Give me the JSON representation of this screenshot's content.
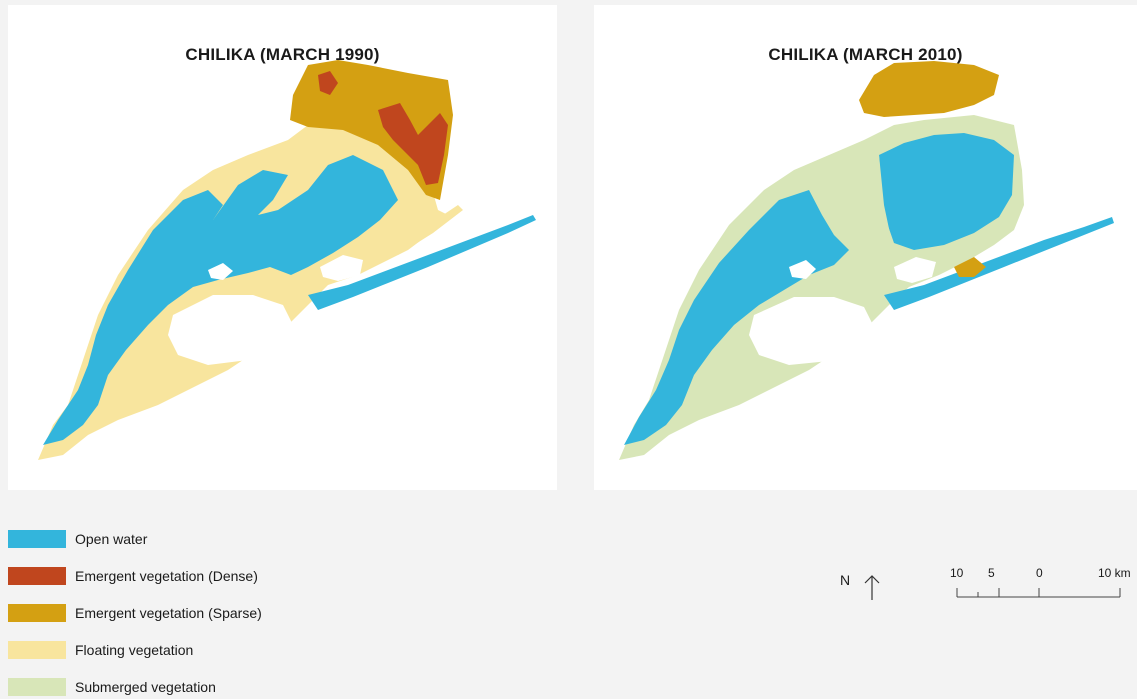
{
  "maps": [
    {
      "title": "CHILIKA (MARCH 1990)"
    },
    {
      "title": "CHILIKA (MARCH 2010)"
    }
  ],
  "colors": {
    "open_water": "#33b5dc",
    "emergent_dense": "#c0461e",
    "emergent_sparse": "#d4a012",
    "floating": "#f8e59e",
    "submerged": "#d8e6b8",
    "panel_bg": "#ffffff",
    "page_bg": "#f3f3f3"
  },
  "legend": [
    {
      "label": "Open water",
      "color": "#33b5dc"
    },
    {
      "label": "Emergent vegetation (Dense)",
      "color": "#c0461e"
    },
    {
      "label": "Emergent vegetation (Sparse)",
      "color": "#d4a012"
    },
    {
      "label": "Floating vegetation",
      "color": "#f8e59e"
    },
    {
      "label": "Submerged vegetation",
      "color": "#d8e6b8"
    }
  ],
  "north": {
    "label": "N",
    "icon": "north-arrow-icon"
  },
  "scale": {
    "labels": [
      "10",
      "5",
      "0",
      "10 km"
    ]
  }
}
